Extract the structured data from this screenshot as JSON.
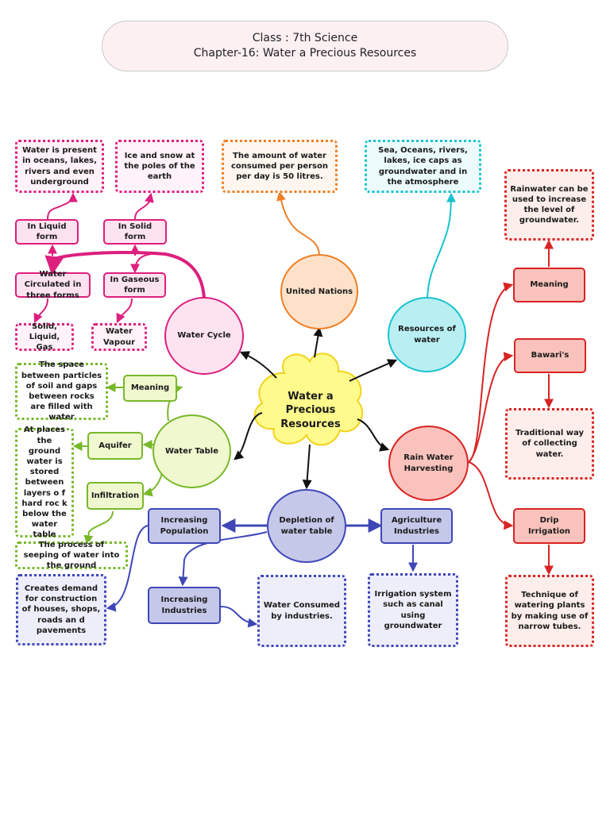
{
  "title": {
    "line1": "Class : 7th Science",
    "line2": "Chapter-16: Water a Precious Resources"
  },
  "center": "Water a Precious Resources",
  "water_cycle": {
    "label": "Water Cycle",
    "present": "Water is present in oceans, lakes, rivers and even underground",
    "ice_snow": "Ice and snow at the poles of the earth",
    "liquid": "In Liquid form",
    "solid": "In Solid form",
    "three_forms": "Water Circulated in three forms",
    "gaseous": "In Gaseous form",
    "solid_liquid_gas": "Solid, Liquid, Gas",
    "vapour": "Water Vapour"
  },
  "united_nations": {
    "label": "United Nations",
    "fact": "The amount of water consumed per person per day is 50 litres."
  },
  "resources": {
    "label": "Resources of water",
    "list": "Sea, Oceans, rivers, lakes, ice caps as groundwater and in the atmosphere"
  },
  "water_table": {
    "label": "Water Table",
    "meaning": "Meaning",
    "meaning_text": "The space between particles of soil and gaps between rocks are filled with water",
    "aquifer": "Aquifer",
    "aquifer_text": "At places the ground water is stored between layers o f hard roc k below the water table",
    "infiltration": "Infiltration",
    "infiltration_text": "The process of seeping of water into the ground"
  },
  "rain_water": {
    "label": "Rain Water Harvesting",
    "meaning": "Meaning",
    "meaning_text": "Rainwater can be used to increase the level of groundwater.",
    "bawaris": "Bawari's",
    "bawaris_text": "Traditional way of collecting water.",
    "drip": "Drip Irrigation",
    "drip_text": "Technique of watering plants by making use of narrow tubes."
  },
  "depletion": {
    "label": "Depletion of water table",
    "population": "Increasing Population",
    "population_text": "Creates demand for construction of houses, shops, roads an d pavements",
    "industries": "Increasing Industries",
    "industries_text": "Water Consumed by industries.",
    "agriculture": "Agriculture Industries",
    "agriculture_text": "Irrigation system such as canal using groundwater"
  },
  "colors": {
    "pink": "#dd1f7e",
    "orange": "#ef7f27",
    "cyan": "#18c3cf",
    "green": "#78b82a",
    "red": "#d82424",
    "blue": "#3f47b7",
    "black": "#111111",
    "cloud_fill": "#fffa8c",
    "cloud_stroke": "#f2d21c"
  }
}
